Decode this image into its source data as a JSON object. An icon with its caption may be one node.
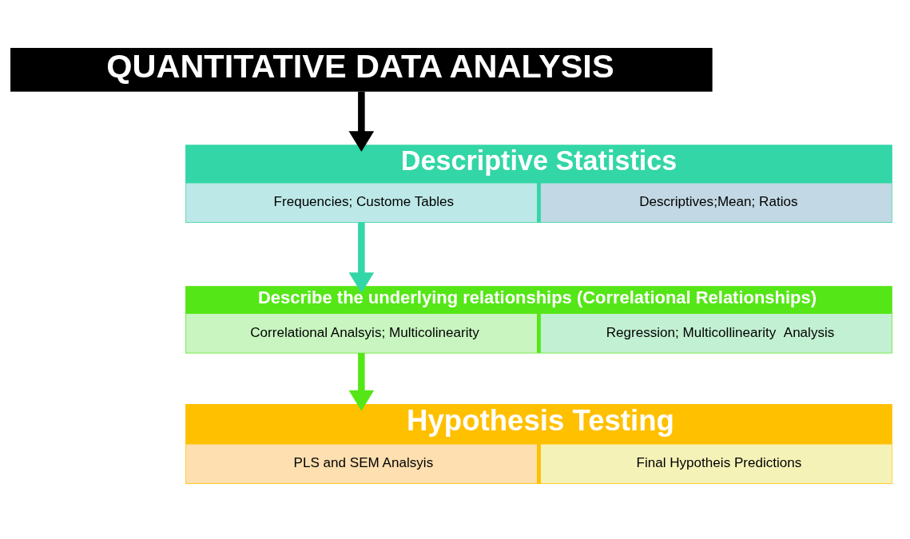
{
  "diagram": {
    "nodes": [
      {
        "text": [
          "QUANTITATIVE DATA ANALYSIS"
        ]
      },
      {
        "text": [
          "Descriptive Statistics"
        ]
      },
      {
        "text": [
          "Frequencies; Custome Tables"
        ],
        "in": 1
      },
      {
        "text": [
          "Descriptives;Mean; Ratios"
        ],
        "in": 1
      },
      {
        "text": [
          "Describe the underlying relationships (Correlational Relationships)"
        ]
      },
      {
        "text": [
          "Correlational Analsyis; Multicolinearity"
        ],
        "in": 4
      },
      {
        "text": [
          "Regression; Multicollinearity  Analysis"
        ],
        "in": 4
      },
      {
        "text": [
          "Hypothesis Testing"
        ]
      },
      {
        "text": [
          "PLS and SEM Analsyis"
        ],
        "in": 7
      },
      {
        "text": [
          "Final Hypotheis Predictions"
        ],
        "in": 7
      }
    ],
    "edges": [
      {
        "from": 0,
        "to": 1,
        "arrow": "to",
        "color": "#000000"
      },
      {
        "from": 1,
        "to": 4,
        "arrow": "to",
        "color": "#33d6a6"
      },
      {
        "from": 4,
        "to": 7,
        "arrow": "to",
        "color": "#55e617"
      }
    ]
  }
}
